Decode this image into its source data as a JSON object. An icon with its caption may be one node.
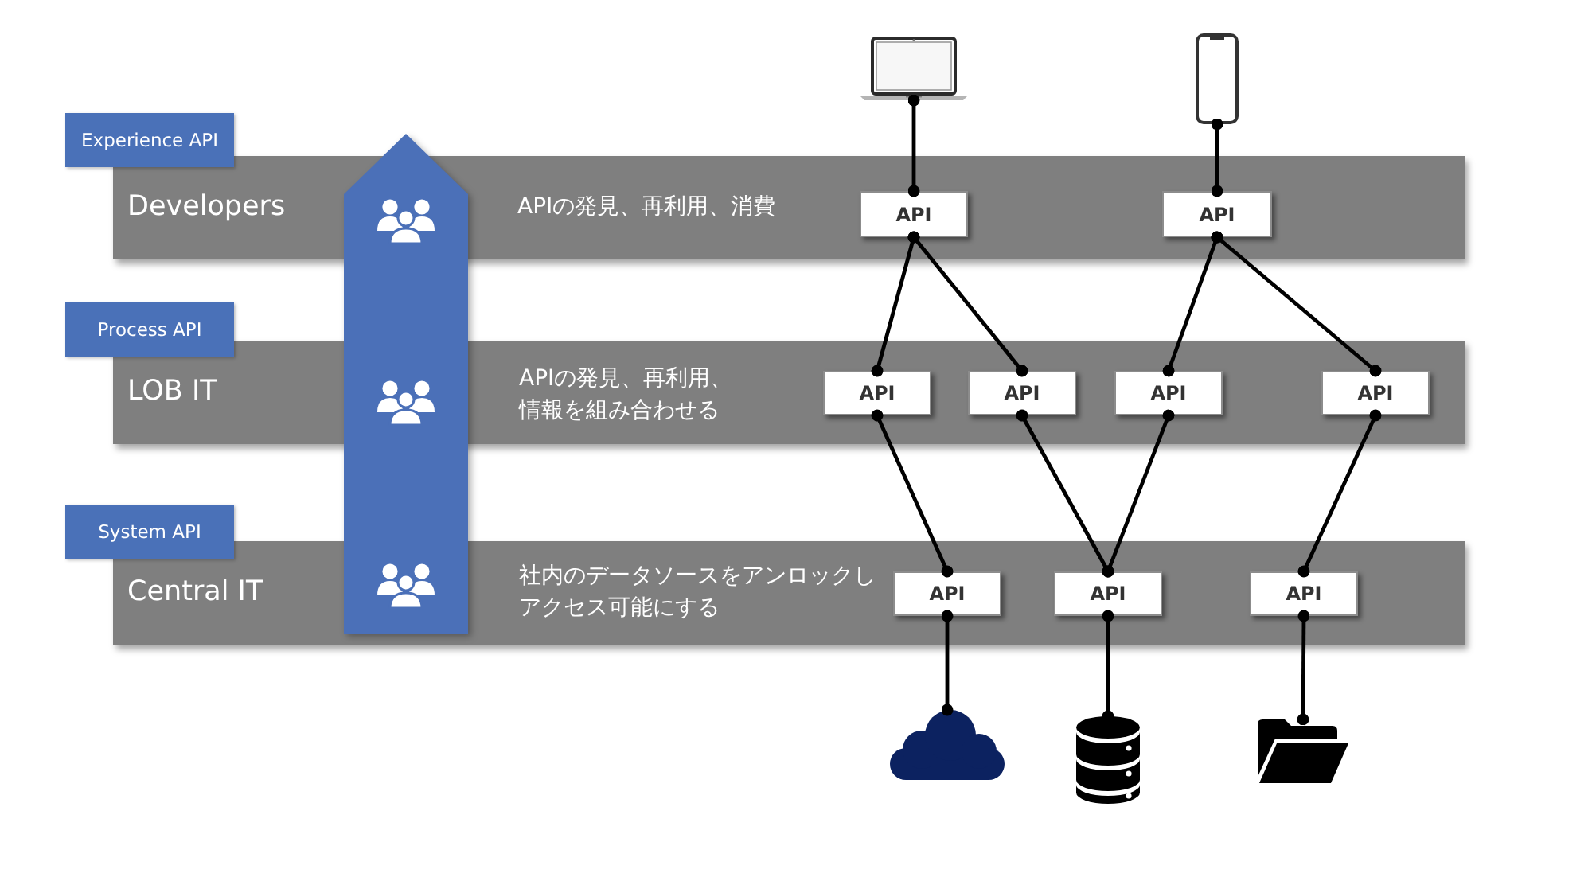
{
  "diagram": {
    "nodes": [
      {
        "text": [],
        "shape": "picture"
      },
      {
        "text": [],
        "shape": "picture"
      },
      {
        "text": [
          "Experience API"
        ]
      },
      {
        "text": [
          "Developers",
          "APIの発見、再利用、消費"
        ]
      },
      {
        "text": [
          "API"
        ],
        "in": 3
      },
      {
        "text": [
          "API"
        ],
        "in": 3
      },
      {
        "text": [
          "Process API"
        ]
      },
      {
        "text": [
          "LOB IT",
          "APIの発見、再利用、情報を組み合わせる"
        ]
      },
      {
        "text": [
          "API"
        ],
        "in": 7
      },
      {
        "text": [
          "API"
        ],
        "in": 7
      },
      {
        "text": [
          "API"
        ],
        "in": 7
      },
      {
        "text": [
          "API"
        ],
        "in": 7
      },
      {
        "text": [
          "System API"
        ]
      },
      {
        "text": [
          "Central IT",
          "社内のデータソースをアンロックしアクセス可能にする"
        ]
      },
      {
        "text": [
          "API"
        ],
        "in": 13
      },
      {
        "text": [
          "API"
        ],
        "in": 13
      },
      {
        "text": [
          "API"
        ],
        "in": 13
      },
      {
        "text": [],
        "shape": "cloud"
      },
      {
        "text": [],
        "shape": "cylinder"
      },
      {
        "text": [],
        "shape": "picture"
      }
    ],
    "edges": [
      {
        "from": 0,
        "to": 4,
        "arrow": "other"
      },
      {
        "from": 1,
        "to": 5,
        "arrow": "other"
      },
      {
        "from": 4,
        "to": 8,
        "arrow": "other"
      },
      {
        "from": 4,
        "to": 9,
        "arrow": "other"
      },
      {
        "from": 5,
        "to": 10,
        "arrow": "other"
      },
      {
        "from": 5,
        "to": 11,
        "arrow": "other"
      },
      {
        "from": 8,
        "to": 14,
        "arrow": "other"
      },
      {
        "from": 9,
        "to": 15,
        "arrow": "other"
      },
      {
        "from": 10,
        "to": 15,
        "arrow": "other"
      },
      {
        "from": 11,
        "to": 16,
        "arrow": "other"
      },
      {
        "from": 14,
        "to": 17,
        "arrow": "other"
      },
      {
        "from": 15,
        "to": 18,
        "arrow": "other"
      },
      {
        "from": 16,
        "to": 19,
        "arrow": "other"
      }
    ]
  }
}
